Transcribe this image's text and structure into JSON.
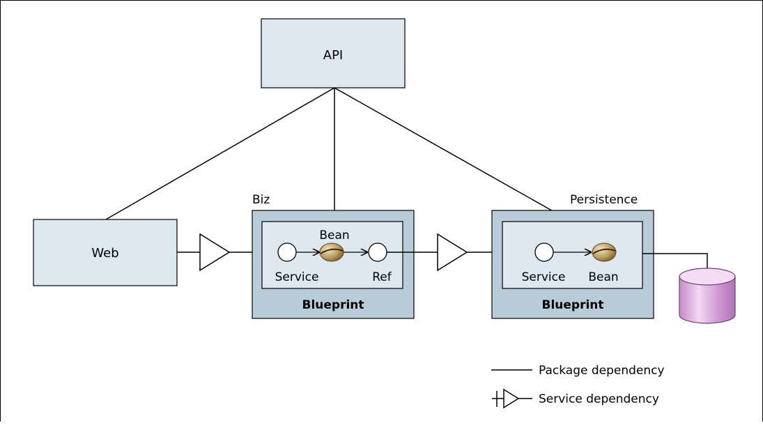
{
  "diagram": {
    "api_label": "API",
    "web_label": "Web",
    "biz": {
      "group_label": "Biz",
      "bean_label": "Bean",
      "service_label": "Service",
      "ref_label": "Ref",
      "blueprint_label": "Blueprint"
    },
    "persistence": {
      "group_label": "Persistence",
      "service_label": "Service",
      "bean_label": "Bean",
      "blueprint_label": "Blueprint"
    },
    "legend": {
      "package_dependency": "Package dependency",
      "service_dependency": "Service dependency"
    }
  },
  "colors": {
    "box_fill": "#dde8f0",
    "bundle_fill": "#b9ccd9",
    "stroke": "#000000",
    "database": "#d9a6dc"
  }
}
